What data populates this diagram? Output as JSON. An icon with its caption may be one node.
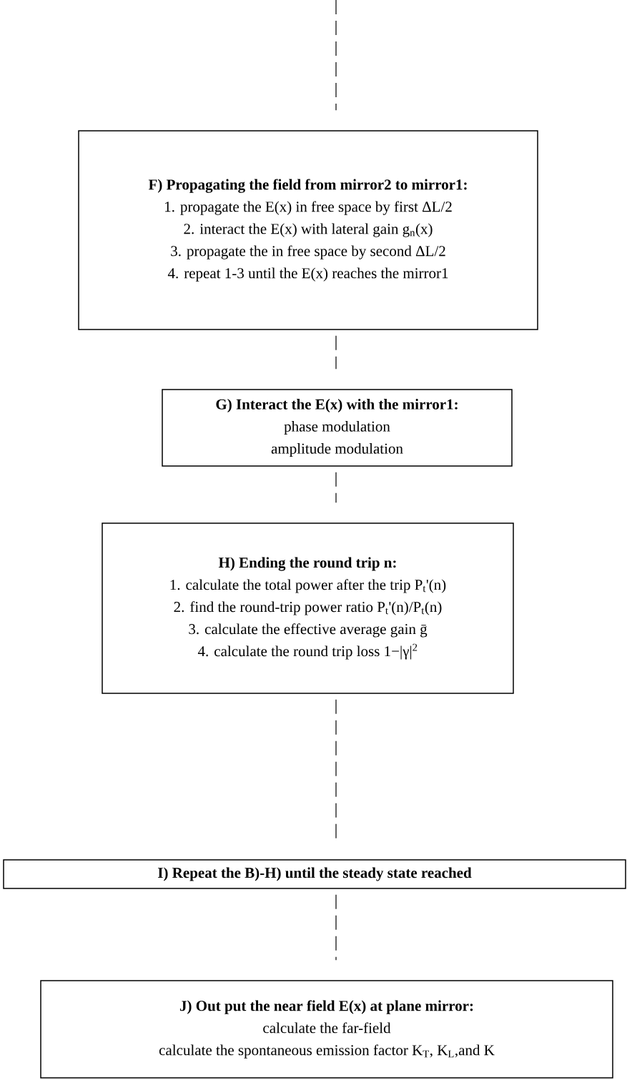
{
  "diagram": {
    "nodes": [
      {
        "text": [
          "F) Propagating the field from mirror2 to mirror1:",
          "1. propagate the E(x) in free space by first ΔL/2",
          "2. interact the E(x) with lateral gain g$_{n}$(x)",
          "3. propagate the in free space by second ΔL/2",
          "4. repeat 1-3 until the E(x) reaches the mirror1"
        ]
      },
      {
        "text": [
          "G) Interact the E(x) with the mirror1:",
          "phase modulation",
          "amplitude modulation"
        ]
      },
      {
        "text": [
          "H) Ending the round trip n:",
          "1. calculate the total power after the trip P$_{t}$'(n)",
          "2. find the round-trip power ratio P$_{t}$'(n)/P$_{t}$(n)",
          "3. calculate the effective average gain ḡ",
          "4. calculate the round trip loss 1−|γ|$^{2}$"
        ]
      },
      {
        "text": [
          "I) Repeat the B)-H) until the steady state reached"
        ]
      },
      {
        "text": [
          "J) Out put the near field E(x) at plane mirror:",
          "calculate the far-field",
          "calculate the spontaneous emission factor K$_{T}$, K$_{L}$,and K"
        ]
      }
    ],
    "edges": [
      {
        "from": null,
        "to": 0,
        "arrow": "none",
        "style": "dashed"
      },
      {
        "from": 0,
        "to": 1,
        "arrow": "none",
        "style": "dashed"
      },
      {
        "from": 1,
        "to": 2,
        "arrow": "none",
        "style": "dashed"
      },
      {
        "from": 2,
        "to": 3,
        "arrow": "none",
        "style": "dashed"
      },
      {
        "from": 3,
        "to": 4,
        "arrow": "none",
        "style": "dashed"
      }
    ]
  }
}
